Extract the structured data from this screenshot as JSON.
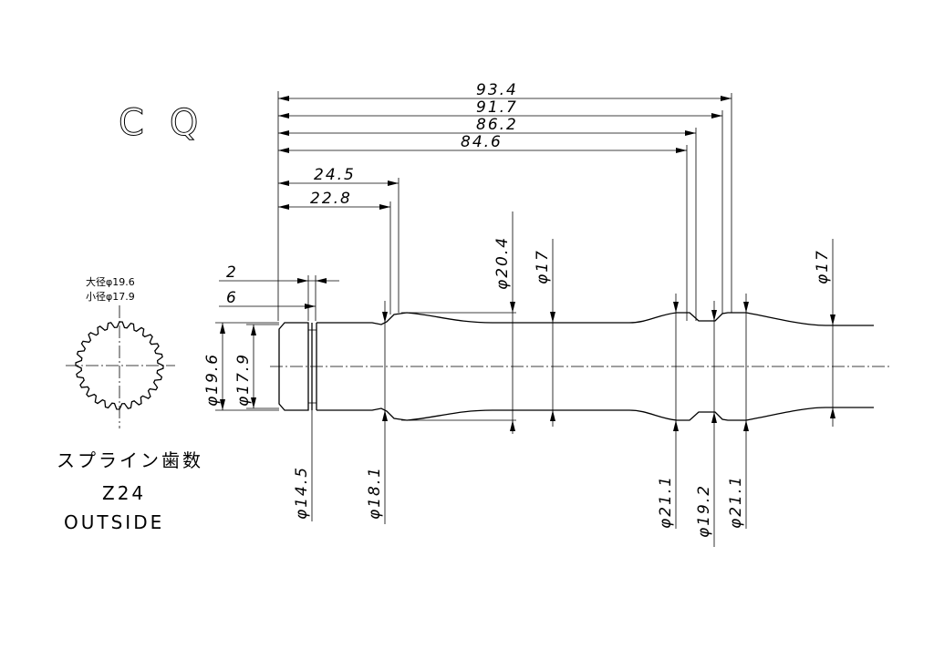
{
  "title": "CQ",
  "spline": {
    "major_label": "大径φ19.6",
    "minor_label": "小径φ17.9",
    "teeth_label": "スプライン歯数",
    "teeth_count": "Z24",
    "type": "OUTSIDE"
  },
  "dimensions": {
    "length_93_4": "93.4",
    "length_91_7": "91.7",
    "length_86_2": "86.2",
    "length_84_6": "84.6",
    "length_24_5": "24.5",
    "length_22_8": "22.8",
    "length_2": "2",
    "length_6": "6",
    "dia_19_6": "φ19.6",
    "dia_17_9": "φ17.9",
    "dia_14_5": "φ14.5",
    "dia_18_1": "φ18.1",
    "dia_20_4": "φ20.4",
    "dia_17_a": "φ17",
    "dia_17_b": "φ17",
    "dia_21_1_a": "φ21.1",
    "dia_19_2": "φ19.2",
    "dia_21_1_b": "φ21.1"
  }
}
